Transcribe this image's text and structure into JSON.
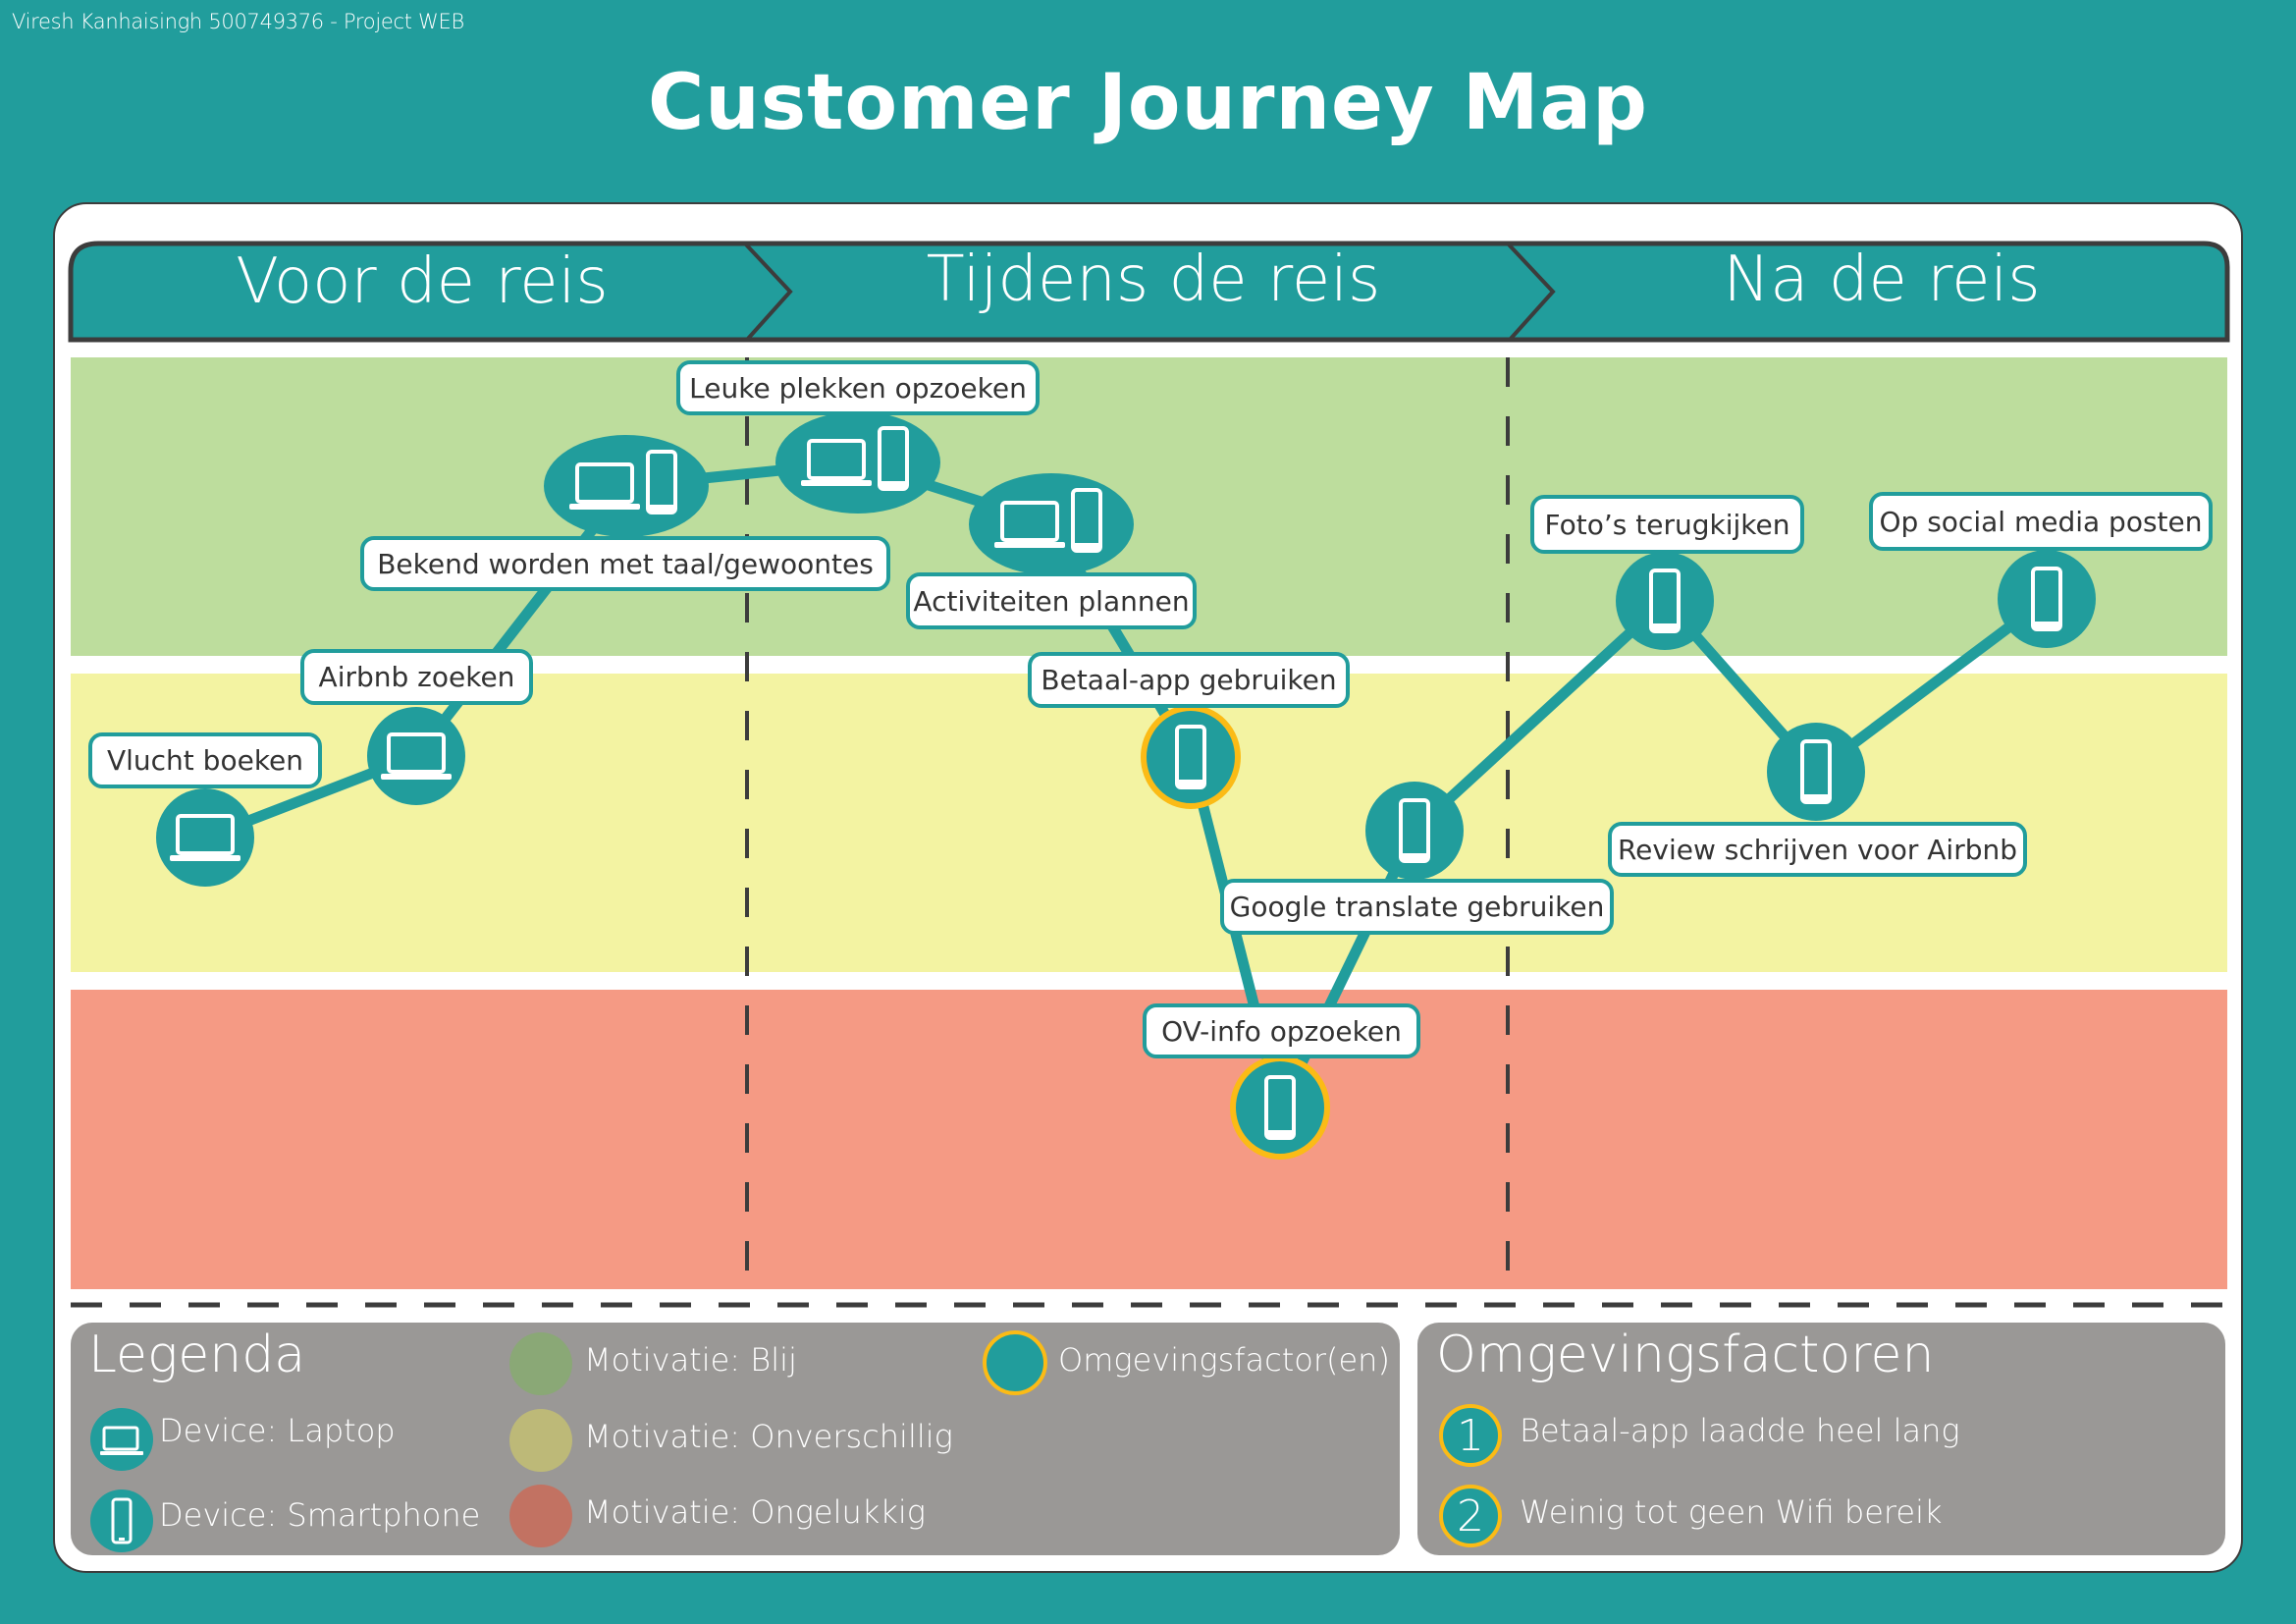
{
  "author": "Viresh Kanhaisingh 500749376 - Project WEB",
  "title": "Customer Journey Map",
  "colors": {
    "background": "#219d9c",
    "teal": "#219d9c",
    "green_band": "#bddd9d",
    "yellow_band": "#f3f3a2",
    "red_band": "#f59a84",
    "factor_ring": "#fbbb16",
    "legend_bg": "#9a9896",
    "legend_green": "#8aa876",
    "legend_yellow": "#bdb978",
    "legend_red": "#c27262"
  },
  "phases": [
    "Voor de reis",
    "Tijdens de reis",
    "Na de reis"
  ],
  "moods": [
    "Blij",
    "Onverschillig",
    "Ongelukkig"
  ],
  "steps": [
    {
      "label": "Vlucht boeken",
      "phase": "Voor de reis",
      "mood": "Onverschillig",
      "devices": [
        "laptop"
      ],
      "factor": null
    },
    {
      "label": "Airbnb zoeken",
      "phase": "Voor de reis",
      "mood": "Onverschillig",
      "devices": [
        "laptop"
      ],
      "factor": null
    },
    {
      "label": "Bekend worden met taal/gewoontes",
      "phase": "Voor de reis",
      "mood": "Blij",
      "devices": [
        "laptop",
        "smartphone"
      ],
      "factor": null
    },
    {
      "label": "Leuke plekken opzoeken",
      "phase": "Tijdens de reis",
      "mood": "Blij",
      "devices": [
        "laptop",
        "smartphone"
      ],
      "factor": null
    },
    {
      "label": "Activiteiten plannen",
      "phase": "Tijdens de reis",
      "mood": "Blij",
      "devices": [
        "laptop",
        "smartphone"
      ],
      "factor": null
    },
    {
      "label": "Betaal-app gebruiken",
      "phase": "Tijdens de reis",
      "mood": "Onverschillig",
      "devices": [
        "smartphone"
      ],
      "factor": 1
    },
    {
      "label": "OV-info opzoeken",
      "phase": "Tijdens de reis",
      "mood": "Ongelukkig",
      "devices": [
        "smartphone"
      ],
      "factor": 2
    },
    {
      "label": "Google translate gebruiken",
      "phase": "Tijdens de reis",
      "mood": "Onverschillig",
      "devices": [
        "smartphone"
      ],
      "factor": null
    },
    {
      "label": "Foto’s terugkijken",
      "phase": "Na de reis",
      "mood": "Blij",
      "devices": [
        "smartphone"
      ],
      "factor": null
    },
    {
      "label": "Review schrijven voor Airbnb",
      "phase": "Na de reis",
      "mood": "Onverschillig",
      "devices": [
        "smartphone"
      ],
      "factor": null
    },
    {
      "label": "Op social media posten",
      "phase": "Na de reis",
      "mood": "Blij",
      "devices": [
        "smartphone"
      ],
      "factor": null
    }
  ],
  "legend": {
    "title": "Legenda",
    "items": [
      {
        "icon": "laptop-icon",
        "text": "Device: Laptop"
      },
      {
        "icon": "smartphone-icon",
        "text": "Device: Smartphone"
      },
      {
        "icon": "green-dot",
        "text": "Motivatie: Blij"
      },
      {
        "icon": "yellow-dot",
        "text": "Motivatie: Onverschillig"
      },
      {
        "icon": "red-dot",
        "text": "Motivatie: Ongelukkig"
      },
      {
        "icon": "factor-ring",
        "text": "Omgevingsfactor(en)"
      }
    ]
  },
  "factors": {
    "title": "Omgevingsfactoren",
    "items": [
      {
        "number": "1",
        "text": "Betaal-app laadde heel lang"
      },
      {
        "number": "2",
        "text": "Weinig tot geen Wifi bereik"
      }
    ]
  }
}
